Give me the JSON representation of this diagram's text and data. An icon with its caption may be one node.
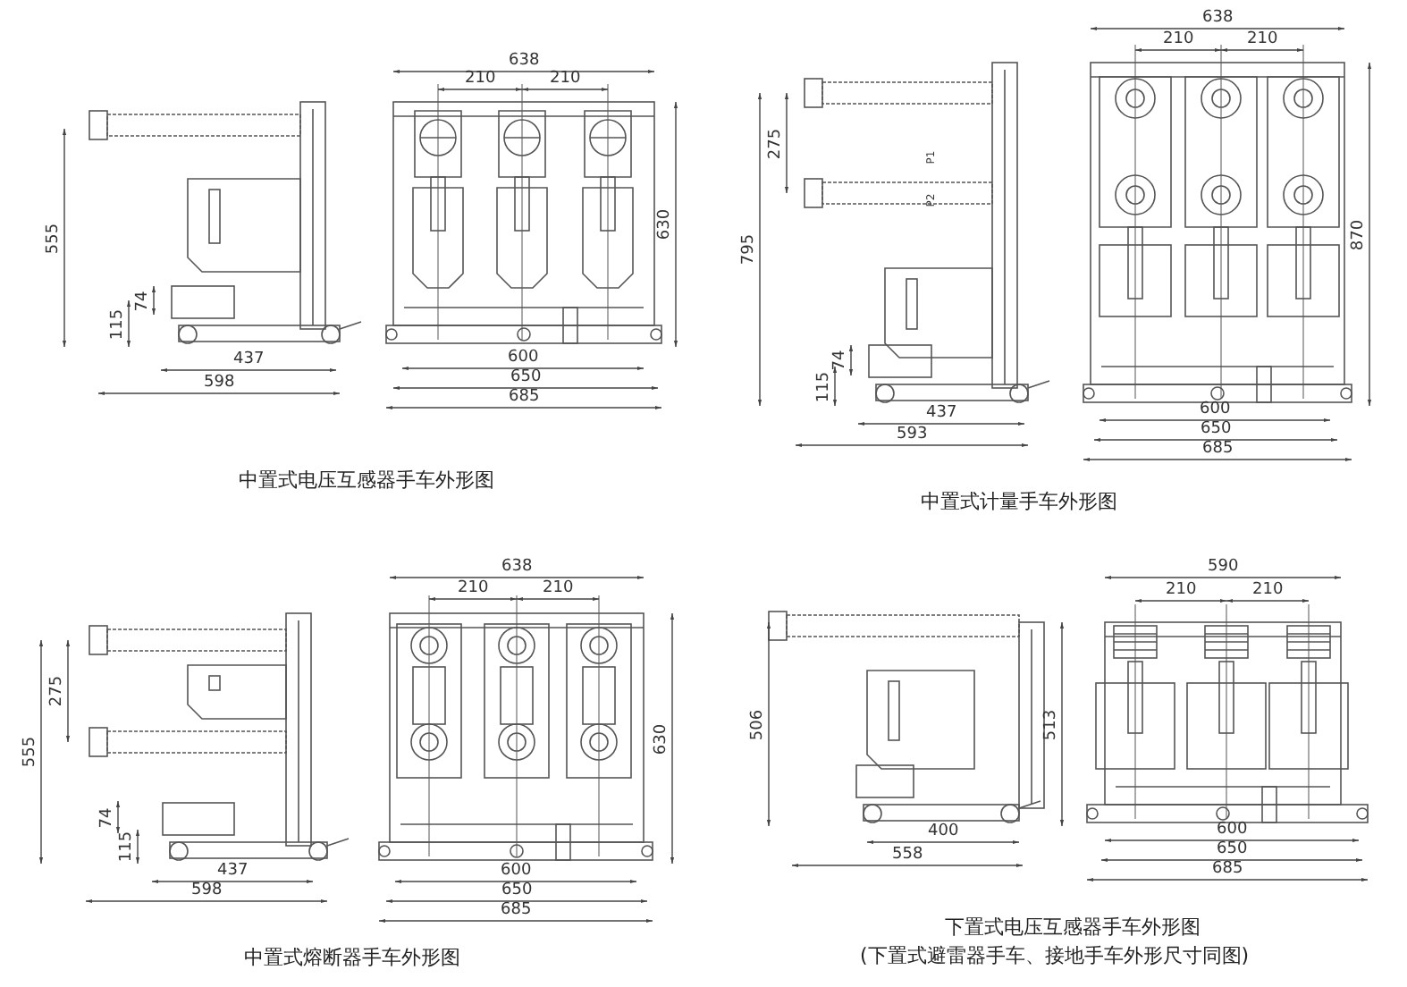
{
  "diagram": {
    "labels": [
      "638",
      "210",
      "210",
      "555",
      "630",
      "74",
      "115",
      "437",
      "600",
      "598",
      "650",
      "685",
      "中置式电压互感器手车外形图",
      "638",
      "210",
      "210",
      "275",
      "P1",
      "P2",
      "870",
      "795",
      "74",
      "115",
      "437",
      "600",
      "650",
      "593",
      "685",
      "中置式计量手车外形图",
      "638",
      "210",
      "210",
      "275",
      "555",
      "630",
      "74",
      "115",
      "437",
      "600",
      "598",
      "650",
      "685",
      "中置式熔断器手车外形图",
      "590",
      "210",
      "210",
      "506",
      "513",
      "400",
      "600",
      "650",
      "558",
      "685",
      "下置式电压互感器手车外形图",
      "(下置式避雷器手车、接地手车外形尺寸同图)"
    ]
  }
}
